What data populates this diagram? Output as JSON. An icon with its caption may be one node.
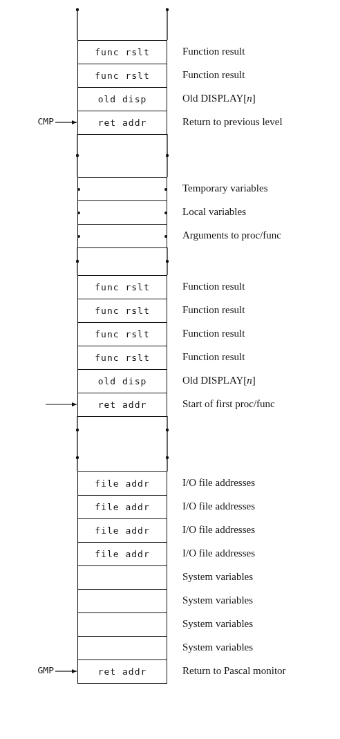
{
  "diagram": {
    "nodes": [
      {
        "text": [
          "func rslt"
        ],
        "beside": [
          "Function result"
        ]
      },
      {
        "text": [
          "func rslt"
        ],
        "beside": [
          "Function result"
        ]
      },
      {
        "text": [
          "old disp"
        ],
        "beside": [
          "Old DISPLAY[*n*]"
        ]
      },
      {
        "text": [
          "CMP"
        ]
      },
      {
        "text": [
          "ret addr"
        ],
        "beside": [
          "Return to previous level"
        ]
      },
      {
        "text": [],
        "shape": "box",
        "beside": [
          "Temporary variables"
        ]
      },
      {
        "text": [],
        "shape": "box",
        "beside": [
          "Local variables"
        ]
      },
      {
        "text": [],
        "shape": "box",
        "beside": [
          "Arguments to proc/func"
        ]
      },
      {
        "text": [
          "func rslt"
        ],
        "beside": [
          "Function result"
        ]
      },
      {
        "text": [
          "func rslt"
        ],
        "beside": [
          "Function result"
        ]
      },
      {
        "text": [
          "func rslt"
        ],
        "beside": [
          "Function result"
        ]
      },
      {
        "text": [
          "func rslt"
        ],
        "beside": [
          "Function result"
        ]
      },
      {
        "text": [
          "old disp"
        ],
        "beside": [
          "Old DISPLAY[*n*]"
        ]
      },
      {
        "text": [
          "ret addr"
        ],
        "beside": [
          "Start of first proc/func"
        ]
      },
      {
        "text": [
          "file addr"
        ],
        "beside": [
          "I/O file addresses"
        ]
      },
      {
        "text": [
          "file addr"
        ],
        "beside": [
          "I/O file addresses"
        ]
      },
      {
        "text": [
          "file addr"
        ],
        "beside": [
          "I/O file addresses"
        ]
      },
      {
        "text": [
          "file addr"
        ],
        "beside": [
          "I/O file addresses"
        ]
      },
      {
        "text": [],
        "shape": "box",
        "beside": [
          "System variables"
        ]
      },
      {
        "text": [],
        "shape": "box",
        "beside": [
          "System variables"
        ]
      },
      {
        "text": [],
        "shape": "box",
        "beside": [
          "System variables"
        ]
      },
      {
        "text": [],
        "shape": "box",
        "beside": [
          "System variables"
        ]
      },
      {
        "text": [
          "GMP"
        ]
      },
      {
        "text": [
          "ret addr"
        ],
        "beside": [
          "Return to Pascal monitor"
        ]
      }
    ],
    "edges": [
      {
        "from": 3,
        "to": 4,
        "arrow": "to"
      },
      {
        "from": null,
        "to": 13,
        "arrow": "to"
      },
      {
        "from": 22,
        "to": 23,
        "arrow": "to"
      }
    ]
  }
}
